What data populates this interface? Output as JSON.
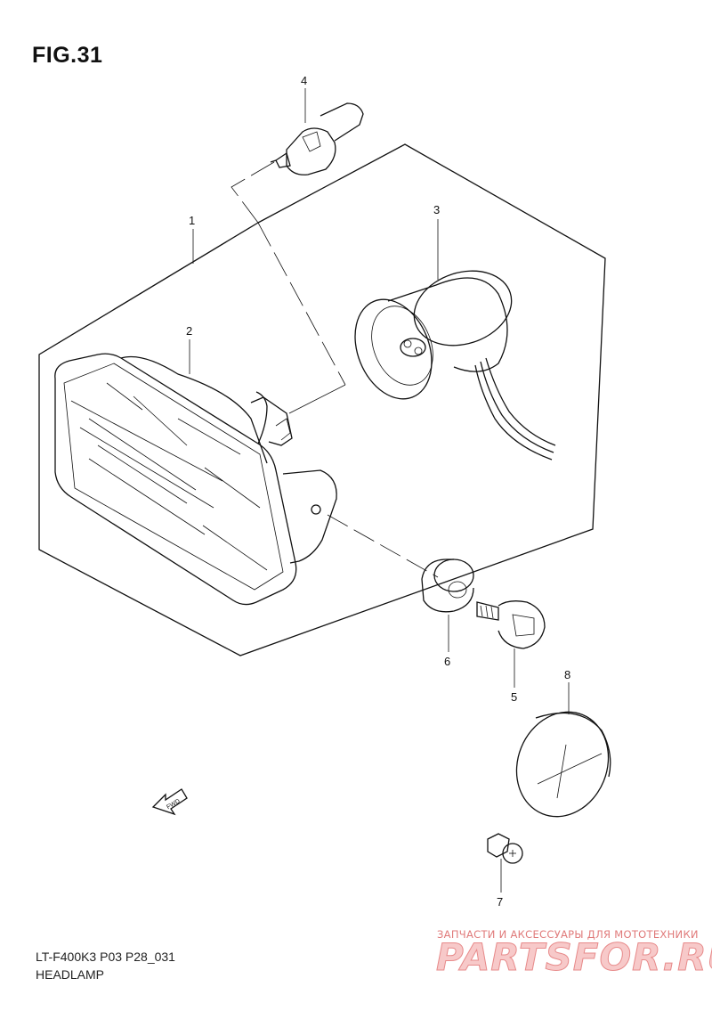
{
  "figure": {
    "title": "FIG.31"
  },
  "footer": {
    "code": "LT-F400K3 P03 P28_031",
    "name": "HEADLAMP"
  },
  "callouts": [
    {
      "id": "1",
      "label": "1"
    },
    {
      "id": "2",
      "label": "2"
    },
    {
      "id": "3",
      "label": "3"
    },
    {
      "id": "4",
      "label": "4"
    },
    {
      "id": "5",
      "label": "5"
    },
    {
      "id": "6",
      "label": "6"
    },
    {
      "id": "7",
      "label": "7"
    },
    {
      "id": "8",
      "label": "8"
    }
  ],
  "direction_marker": {
    "label": "FWD"
  },
  "watermark": {
    "tagline": "ЗАПЧАСТИ И АКСЕССУАРЫ ДЛЯ МОТОТЕХНИКИ",
    "logo": "PARTSFOR.RU"
  }
}
